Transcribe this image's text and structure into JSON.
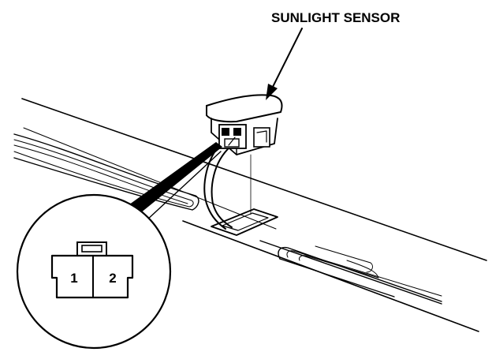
{
  "diagram": {
    "callout_label": "SUNLIGHT SENSOR",
    "connector": {
      "terminals": [
        {
          "number": "1"
        },
        {
          "number": "2"
        }
      ]
    }
  }
}
